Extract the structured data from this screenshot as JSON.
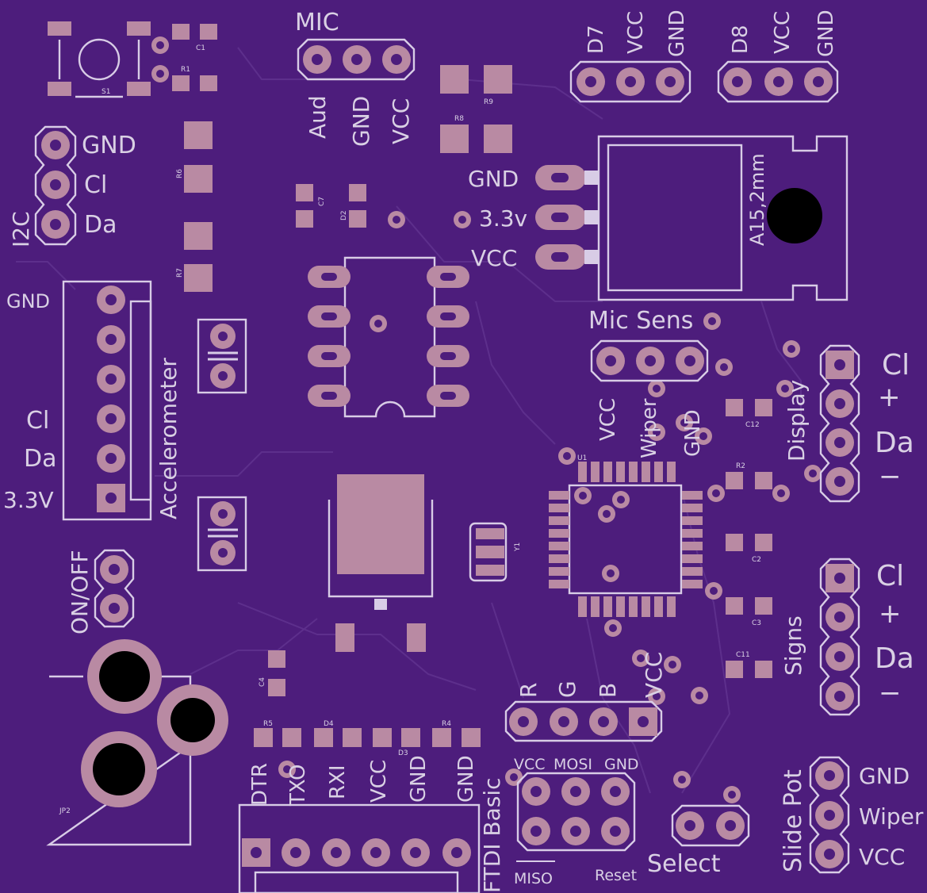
{
  "headers": {
    "mic": {
      "title": "MIC",
      "pins": [
        "Aud",
        "GND",
        "VCC"
      ]
    },
    "d7": [
      "D7",
      "VCC",
      "GND"
    ],
    "d8": [
      "D8",
      "VCC",
      "GND"
    ],
    "i2c": {
      "title": "I2C",
      "pins": [
        "GND",
        "Cl",
        "Da"
      ]
    },
    "regulator": {
      "pins": [
        "GND",
        "3.3v",
        "VCC"
      ],
      "part": "A15,2mm"
    },
    "accelerometer": {
      "title": "Accelerometer",
      "pins": [
        "GND",
        "Cl",
        "Da",
        "3.3V"
      ]
    },
    "mic_sens": {
      "title": "Mic Sens",
      "pins": [
        "VCC",
        "Wiper",
        "GND"
      ]
    },
    "display": {
      "title": "Display",
      "pins": [
        "Cl",
        "+",
        "Da",
        "−"
      ]
    },
    "signs": {
      "title": "Signs",
      "pins": [
        "Cl",
        "+",
        "Da",
        "−"
      ]
    },
    "on_off": "ON/OFF",
    "rgb": [
      "R",
      "G",
      "B",
      "VCC"
    ],
    "ftdi": {
      "title": "FTDI Basic",
      "pins": [
        "DTR",
        "TXO",
        "RXI",
        "VCC",
        "GND",
        "GND"
      ]
    },
    "isp": {
      "top": [
        "VCC",
        "MOSI",
        "GND"
      ],
      "bottom": [
        "MISO",
        "Reset"
      ]
    },
    "select": "Select",
    "slide_pot": {
      "title": "Slide Pot",
      "pins": [
        "GND",
        "Wiper",
        "VCC"
      ]
    }
  },
  "refs": [
    "S1",
    "C1",
    "R1",
    "R6",
    "R7",
    "R8",
    "R9",
    "C7",
    "D2",
    "C12",
    "U1",
    "R2",
    "C2",
    "Y1",
    "C3",
    "C11",
    "C4",
    "R5",
    "D4",
    "D3",
    "R4",
    "JP2"
  ],
  "colors": {
    "board": "#4d1d7c",
    "pad": "#b98aa3",
    "silk": "#d8cce6"
  }
}
